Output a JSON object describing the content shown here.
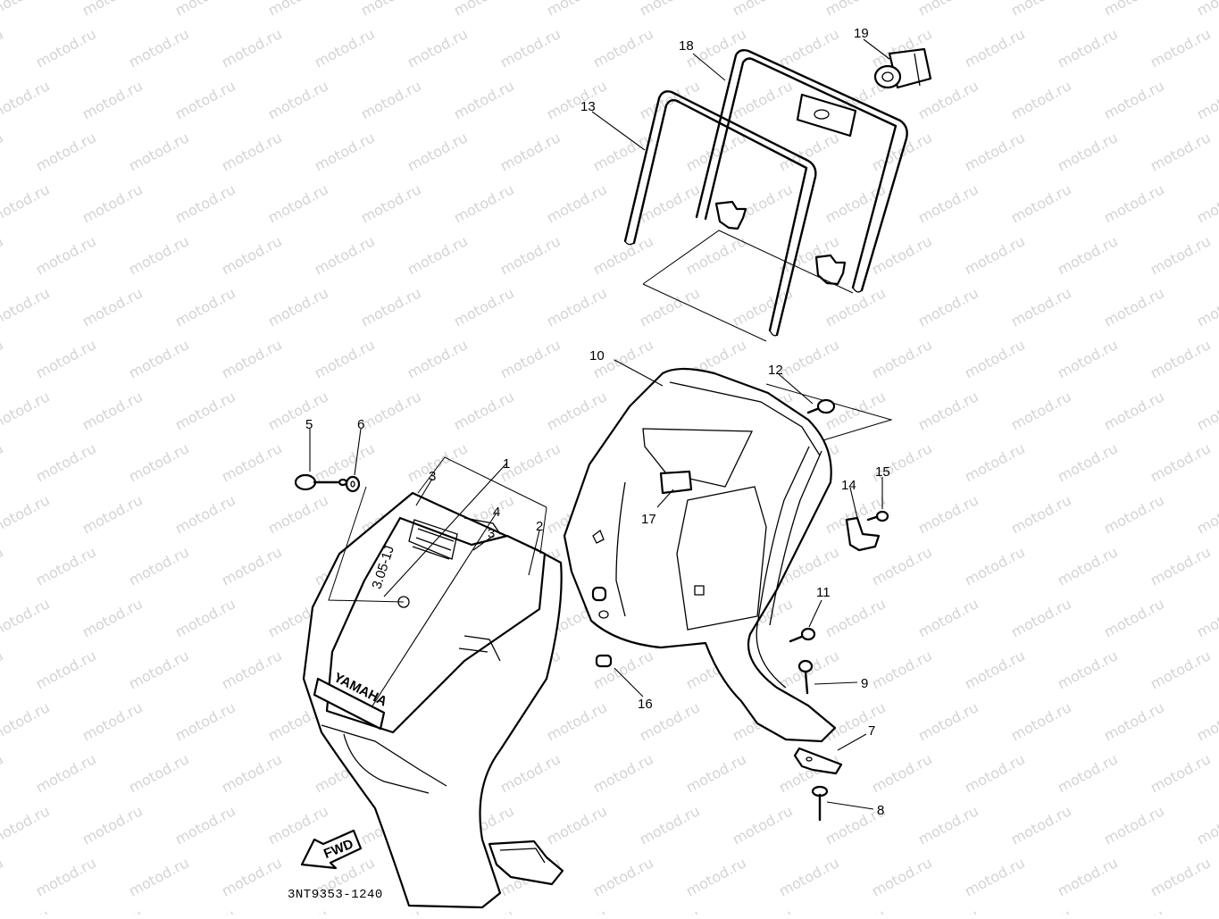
{
  "diagram": {
    "watermark_text": "motod.ru",
    "drawing_code": "3NT9353-1240",
    "direction_marker": "FWD",
    "brand_marking": "YAMAHA",
    "part_stamp": "3.05-1J",
    "callouts": [
      "1",
      "2",
      "3",
      "3",
      "4",
      "5",
      "6",
      "7",
      "8",
      "9",
      "10",
      "11",
      "12",
      "13",
      "14",
      "15",
      "16",
      "17",
      "18",
      "19"
    ]
  }
}
